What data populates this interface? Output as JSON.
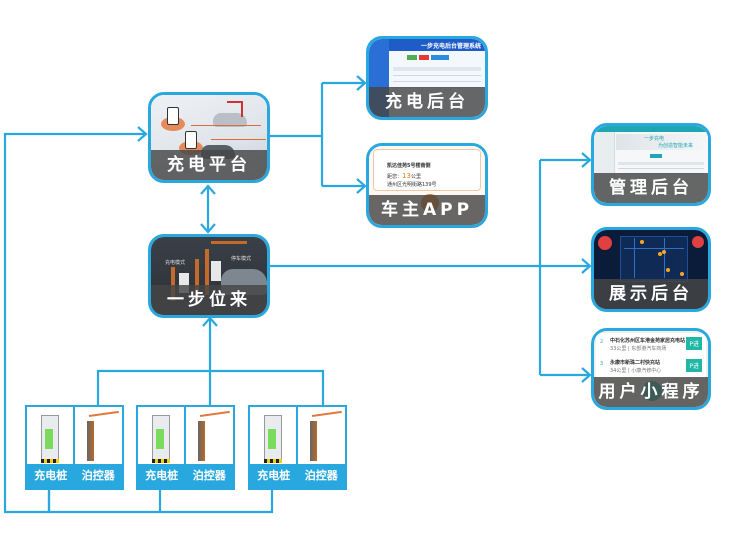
{
  "colors": {
    "connector": "#29a8e0",
    "label_bg": "#464646",
    "unit_label_bg": "#29a8e0"
  },
  "nodes": {
    "charging_platform": {
      "label": "充电平台"
    },
    "charging_backend": {
      "label": "充电后台",
      "screen_title": "一步充电后台管理系统"
    },
    "owner_app": {
      "label": "车主APP",
      "station_name": "凯达佳苑5号楼南侧",
      "distance_prefix": "距您：",
      "distance_value": "13",
      "distance_unit": "公里",
      "address": "通州区光明街路139号"
    },
    "one_step": {
      "label": "一步位来",
      "scene_text_left": "充电模式",
      "scene_text_right": "停车模式"
    },
    "management_backend": {
      "label": "管理后台",
      "banner_line1": "一步充电",
      "banner_line2": "为创造智能未来"
    },
    "display_backend": {
      "label": "展示后台"
    },
    "mini_program": {
      "label": "用户小程序",
      "items": [
        {
          "index": "2",
          "name": "中石化苏州区车港金苑家居充电站",
          "sub": "33公里 | 东部港汽车商场",
          "badge": "P进"
        },
        {
          "index": "3",
          "name": "永康市新珠二村快充站",
          "sub": "34公里 | 小康汽修中心",
          "badge": "P进"
        }
      ]
    }
  },
  "units": [
    {
      "charger_label": "充电桩",
      "controller_label": "泊控器"
    },
    {
      "charger_label": "充电桩",
      "controller_label": "泊控器"
    },
    {
      "charger_label": "充电桩",
      "controller_label": "泊控器"
    }
  ]
}
